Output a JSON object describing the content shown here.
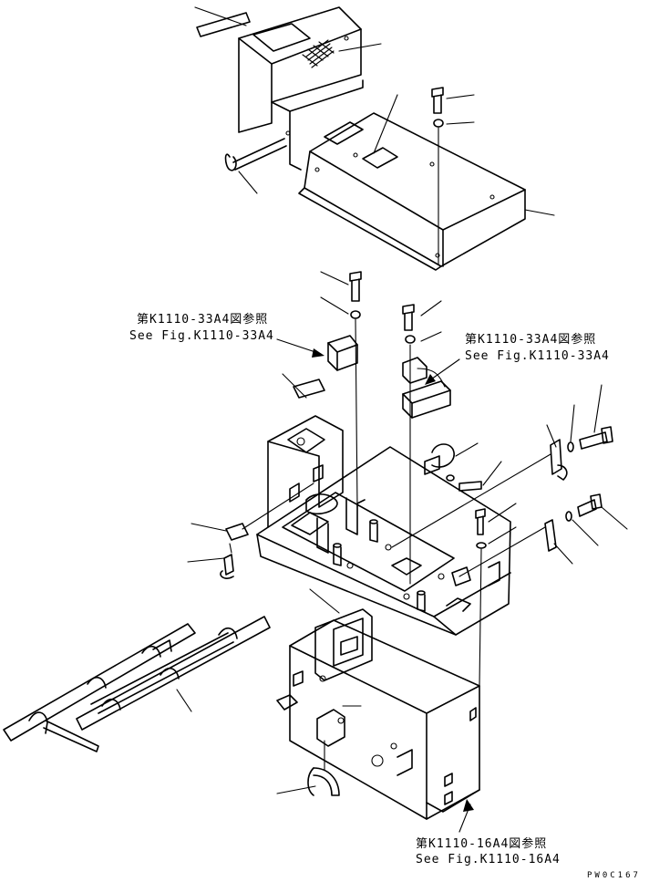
{
  "references": {
    "upper_left": {
      "line1": "第K1110-33A4図参照",
      "line2": "See Fig.K1110-33A4"
    },
    "upper_right": {
      "line1": "第K1110-33A4図参照",
      "line2": "See Fig.K1110-33A4"
    },
    "bottom": {
      "line1": "第K1110-16A4図参照",
      "line2": "See Fig.K1110-16A4"
    }
  },
  "drawing_code": "PW0C167"
}
